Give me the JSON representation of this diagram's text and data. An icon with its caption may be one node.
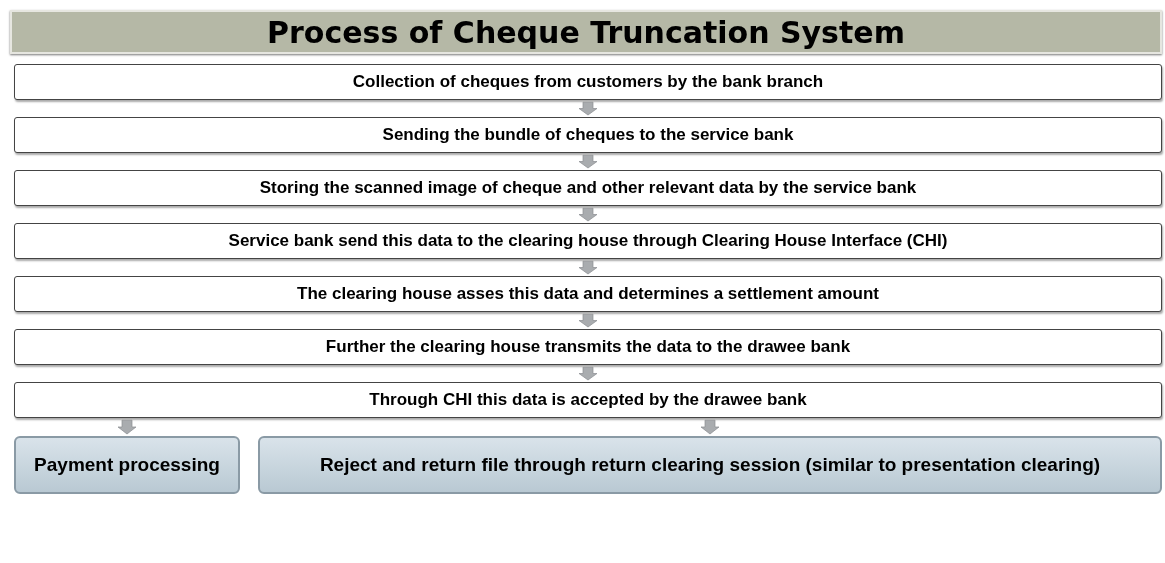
{
  "diagram": {
    "title": "Process of Cheque Truncation System",
    "nodes": [
      {
        "text": [
          "Collection of cheques from customers by the bank branch"
        ]
      },
      {
        "text": [
          "Sending the bundle of cheques to the service bank"
        ]
      },
      {
        "text": [
          "Storing the scanned image of cheque and other relevant data by the service bank"
        ]
      },
      {
        "text": [
          "Service bank send this data to the clearing house through Clearing House Interface (CHI)"
        ]
      },
      {
        "text": [
          "The clearing house asses this data and determines a settlement amount"
        ]
      },
      {
        "text": [
          "Further the clearing house transmits the data to the drawee bank"
        ]
      },
      {
        "text": [
          "Through CHI this data is accepted by the  drawee bank"
        ]
      },
      {
        "text": [
          "Payment processing"
        ]
      },
      {
        "text": [
          "Reject and return file through return clearing session (similar to presentation clearing)"
        ]
      }
    ],
    "edges": [
      {
        "from": 0,
        "to": 1,
        "arrow": "to"
      },
      {
        "from": 1,
        "to": 2,
        "arrow": "to"
      },
      {
        "from": 2,
        "to": 3,
        "arrow": "to"
      },
      {
        "from": 3,
        "to": 4,
        "arrow": "to"
      },
      {
        "from": 4,
        "to": 5,
        "arrow": "to"
      },
      {
        "from": 5,
        "to": 6,
        "arrow": "to"
      },
      {
        "from": 6,
        "to": 7,
        "arrow": "to"
      },
      {
        "from": 6,
        "to": 8,
        "arrow": "to"
      }
    ]
  }
}
